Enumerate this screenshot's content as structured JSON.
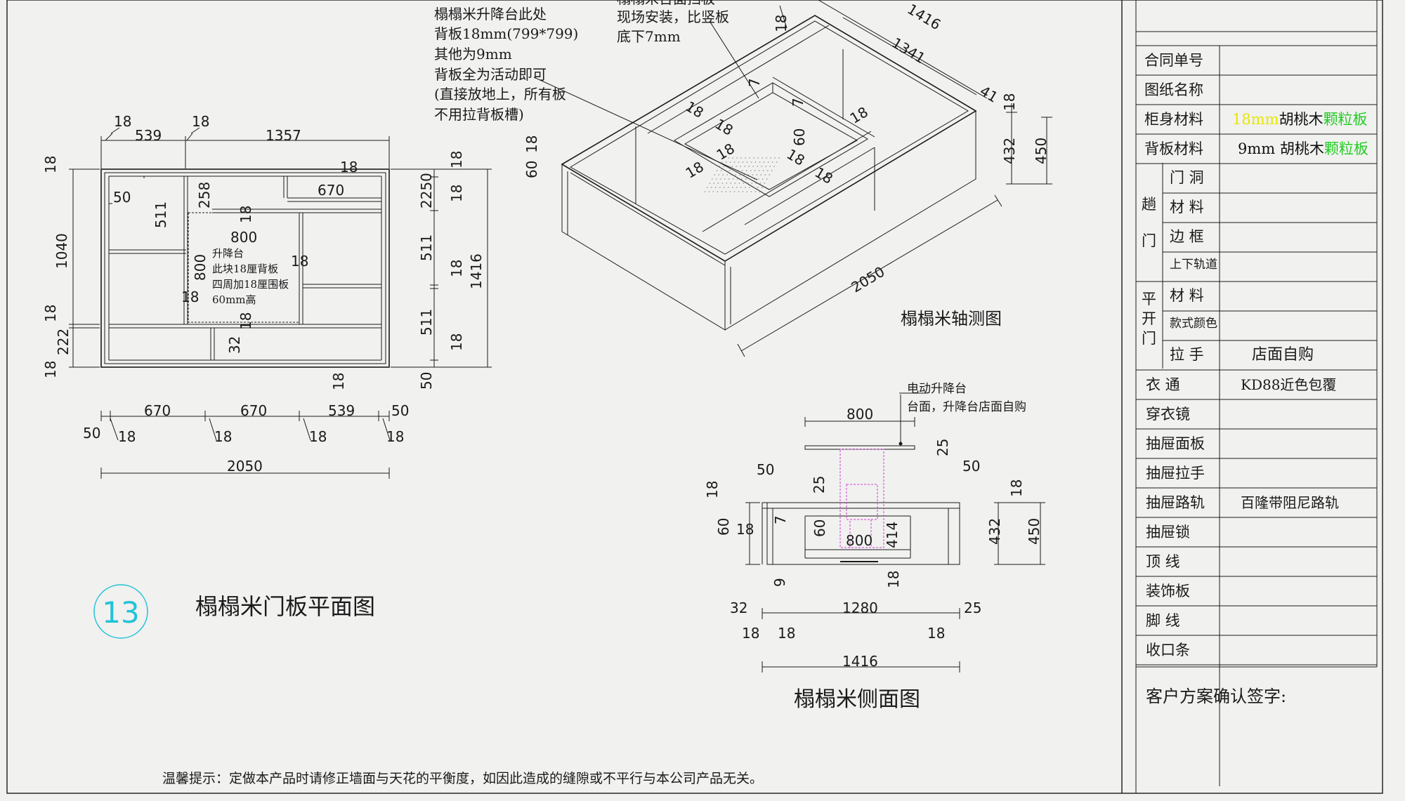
{
  "plan": {
    "title": "榻榻米门板平面图",
    "number": "13",
    "dims_top": [
      "18",
      "539",
      "18",
      "1357"
    ],
    "dims_bottom": [
      "670",
      "670",
      "539",
      "50",
      "50",
      "18",
      "18",
      "18",
      "18",
      "2050"
    ],
    "dims_left": [
      "18",
      "1040",
      "18",
      "222",
      "18"
    ],
    "dims_right": [
      "18",
      "2250",
      "18",
      "511",
      "18",
      "1416",
      "511",
      "18",
      "50"
    ],
    "dims_inner": [
      "50",
      "511",
      "258",
      "670",
      "18",
      "18",
      "800",
      "800",
      "18",
      "18",
      "32",
      "18",
      "18"
    ],
    "platform_note": [
      "升降台",
      "此块18厘背板",
      "四周加18厘围板",
      "60mm高"
    ]
  },
  "iso": {
    "title": "榻榻米轴测图",
    "note_left": [
      "榻榻米升降台此处",
      "背板18mm(799*799)",
      "其他为9mm",
      "背板全为活动即可",
      "(直接放地上，所有板",
      "不用拉背板槽)"
    ],
    "note_right": [
      "榻榻米台面挡板",
      "现场安装，比竖板",
      "底下7mm"
    ],
    "dims": [
      "1416",
      "1341",
      "41",
      "18",
      "18",
      "432",
      "450",
      "2050",
      "7",
      "7",
      "18",
      "18",
      "18",
      "18",
      "18",
      "18",
      "18",
      "60",
      "60",
      "18"
    ]
  },
  "side": {
    "title": "榻榻米侧面图",
    "note": [
      "电动升降台",
      "台面，升降台店面自购"
    ],
    "dims": [
      "800",
      "25",
      "50",
      "50",
      "25",
      "18",
      "60",
      "18",
      "7",
      "60",
      "800",
      "414",
      "18",
      "432",
      "450",
      "9",
      "18",
      "32",
      "1280",
      "25",
      "18",
      "18",
      "18",
      "1416"
    ]
  },
  "table": {
    "rows": [
      {
        "label": "合同单号",
        "value": ""
      },
      {
        "label": "图纸名称",
        "value": ""
      },
      {
        "label": "柜身材料",
        "value_parts": [
          {
            "t": "18mm",
            "c": "#e6e600"
          },
          {
            "t": "胡桃木",
            "c": "#111111"
          },
          {
            "t": "颗粒板",
            "c": "#22cc22"
          }
        ]
      },
      {
        "label": "背板材料",
        "value_parts": [
          {
            "t": "9mm  胡桃木",
            "c": "#111111"
          },
          {
            "t": "颗粒板",
            "c": "#22cc22"
          }
        ]
      }
    ],
    "group1": {
      "label": [
        "趟",
        "门"
      ],
      "items": [
        "门 洞",
        "材 料",
        "边 框",
        "上下轨道"
      ]
    },
    "group2": {
      "label": [
        "平",
        "开",
        "门"
      ],
      "items": [
        "材 料",
        "款式颜色",
        "拉 手"
      ],
      "handle_value": "店面自购"
    },
    "rows2": [
      {
        "label": "衣  通",
        "value": "KD88近色包覆"
      },
      {
        "label": "穿衣镜",
        "value": ""
      },
      {
        "label": "抽屉面板",
        "value": ""
      },
      {
        "label": "抽屉拉手",
        "value": ""
      },
      {
        "label": "抽屉路轨",
        "value": "百隆带阻尼路轨"
      },
      {
        "label": "抽屉锁",
        "value": ""
      },
      {
        "label": "顶  线",
        "value": ""
      },
      {
        "label": "装饰板",
        "value": ""
      },
      {
        "label": "脚  线",
        "value": ""
      },
      {
        "label": "收口条",
        "value": ""
      }
    ],
    "signature_label": "客户方案确认签字:"
  },
  "footer_note": "温馨提示：定做本产品时请修正墙面与天花的平衡度，如因此造成的缝隙或不平行与本公司产品无关。",
  "colors": {
    "line": "#1a1a1a",
    "badge": "#22c3d8",
    "magenta": "#d040d0",
    "yellow": "#e6e600",
    "green": "#22cc22"
  }
}
